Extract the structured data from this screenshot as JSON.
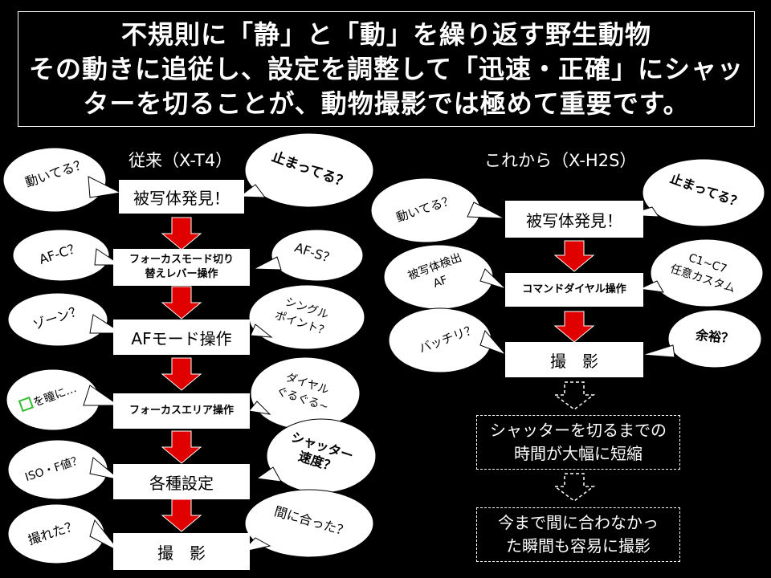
{
  "title": {
    "line1": "不規則に「静」と「動」を繰り返す野生動物",
    "line2": "その動きに追従し、設定を調整して「迅速・正確」にシャッ",
    "line3": "ターを切ることが、動物撮影では極めて重要です。"
  },
  "left": {
    "heading": "従来（X-T4）",
    "steps": [
      "被写体発見！",
      "フォーカスモード切り\n替えレバー操作",
      "AFモード操作",
      "フォーカスエリア操作",
      "各種設定",
      "撮　影"
    ],
    "bubbles_left": [
      "動いてる？",
      "AF-C？",
      "ゾーン？",
      "を瞳に…",
      "ISO・F値？",
      "撮れた？"
    ],
    "bubbles_right": [
      "止まってる？",
      "AF-S？",
      "シングル\nポイント？",
      "ダイヤル\nぐるぐる~",
      "シャッター\n速度？",
      "間に合った？"
    ]
  },
  "right": {
    "heading": "これから（X-H2S）",
    "steps": [
      "被写体発見！",
      "コマンドダイヤル操作",
      "撮　影"
    ],
    "bubbles_left": [
      "動いてる？",
      "被写体検出\nAF",
      "バッチリ？"
    ],
    "bubbles_right": [
      "止まってる？",
      "C1~C7\n任意カスタム",
      "余裕？"
    ],
    "results": [
      "シャッターを切るまでの\n時間が大幅に短縮",
      "今まで間に合わなかっ\nた瞬間も容易に撮影"
    ]
  },
  "colors": {
    "background": "#000000",
    "arrow_red": "#e00000",
    "focus_square": "#2dbe2d"
  }
}
